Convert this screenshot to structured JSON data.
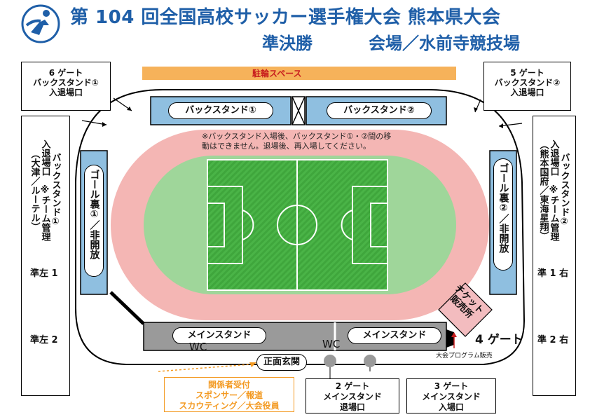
{
  "header": {
    "title_line1": "第 104 回全国高校サッカー選手権大会 熊本県大会",
    "round": "準決勝",
    "venue": "会場／水前寺競技場"
  },
  "bicycle_parking": "駐輪スペース",
  "back_stand_left": "バックスタンド①",
  "back_stand_right": "バックスタンド②",
  "notice": [
    "※バックスタンド入場後、バックスタンド①・②間の移",
    "動はできません。退場後、再入場してください。"
  ],
  "gate6": [
    "6 ゲート",
    "バックスタンド①",
    "入退場口"
  ],
  "gate5": [
    "5 ゲート",
    "バックスタンド②",
    "入退場口"
  ],
  "left_side_box": {
    "col1": "バックスタンド①",
    "col2": "入退場口　※チーム管理",
    "col3": "（大津／ルーテル）",
    "sf_left1": "準左 1",
    "sf_left2": "準左 2"
  },
  "right_side_box": {
    "col1": "バックスタンド②",
    "col2": "入退場口　※チーム管理",
    "col3": "（熊本国府／東海星翔）",
    "sf_right1": "準 1 右",
    "sf_right2": "準 2 右"
  },
  "goal_left": "ゴール裏①／非開放",
  "goal_right": "ゴール裏②／非開放",
  "main_stand_left": "メインスタンド",
  "main_stand_right": "メインスタンド",
  "wc_left": "WC",
  "wc_right": "WC",
  "main_entrance": "正面玄関",
  "ticket": [
    "チケット",
    "販売所"
  ],
  "gate4": "4 ゲート",
  "program_sales": "大会プログラム販売",
  "reception": [
    "関係者受付",
    "スポンサー／報道",
    "スカウティング／大会役員"
  ],
  "gate2": [
    "2 ゲート",
    "メインスタンド",
    "退場口"
  ],
  "gate3": [
    "3 ゲート",
    "メインスタンド",
    "入場口"
  ],
  "colors": {
    "title": "#1f5fa8",
    "stand_blue": "#8fbfe0",
    "track": "#f4b6b4",
    "field": "#3fa63c",
    "infield": "#9fd69a",
    "bike": "#f6b25a",
    "orange": "#f39a22",
    "red_text": "#c81e1e",
    "ticket": "#f3bcbf"
  }
}
